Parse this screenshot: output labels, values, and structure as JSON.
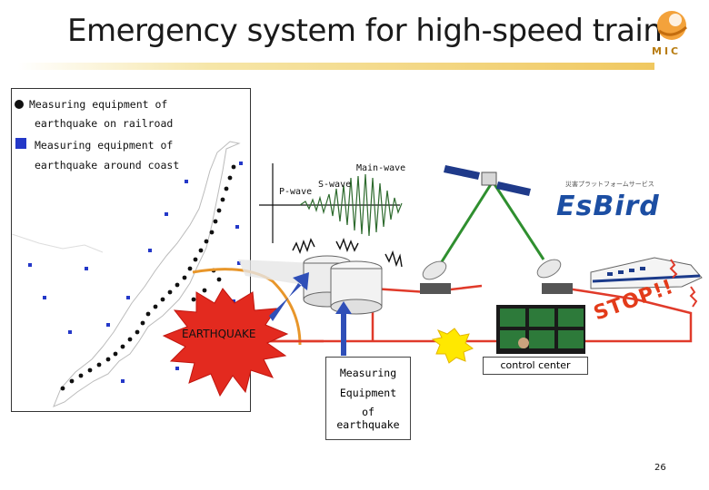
{
  "header": {
    "title": "Emergency system for high-speed train",
    "logo_text": "MIC"
  },
  "legend": {
    "railroad_line1": "Measuring equipment of",
    "railroad_line2": "earthquake on railroad",
    "coast_line1": "Measuring equipment of",
    "coast_line2": "earthquake around coast"
  },
  "waves": {
    "main": "Main-wave",
    "s": "S-wave",
    "p": "P-wave"
  },
  "labels": {
    "earthquake": "EARTHQUAKE",
    "measuring_line1": "Measuring",
    "measuring_line2": "Equipment",
    "measuring_line3": "of",
    "measuring_line4": "earthquake",
    "control_center": "control center",
    "stop": "STOP!!",
    "esbird": "EsBird",
    "esbird_sub": "災害プラットフォームサービス"
  },
  "footer": {
    "page_number": "26"
  },
  "colors": {
    "accent_orange": "#e8962a",
    "network_red": "#e03a2a",
    "network_green": "#2f8f2f",
    "arrow_blue": "#2f4fb8",
    "burst_red": "#e32a1f",
    "blue_marker": "#2438c8"
  }
}
